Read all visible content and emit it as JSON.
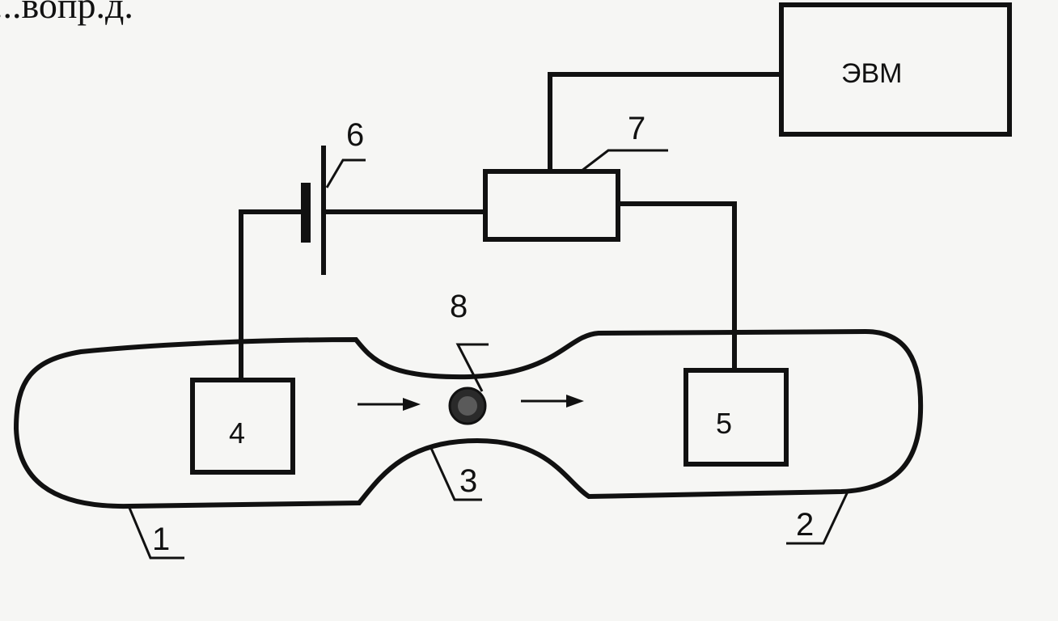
{
  "top_fragment": "...вопр.д.",
  "computer_label": "ЭВМ",
  "labels": {
    "chamber_left": "1",
    "chamber_right": "2",
    "pore": "3",
    "electrode_left": "4",
    "electrode_right": "5",
    "battery": "6",
    "amplifier": "7",
    "particle": "8"
  }
}
